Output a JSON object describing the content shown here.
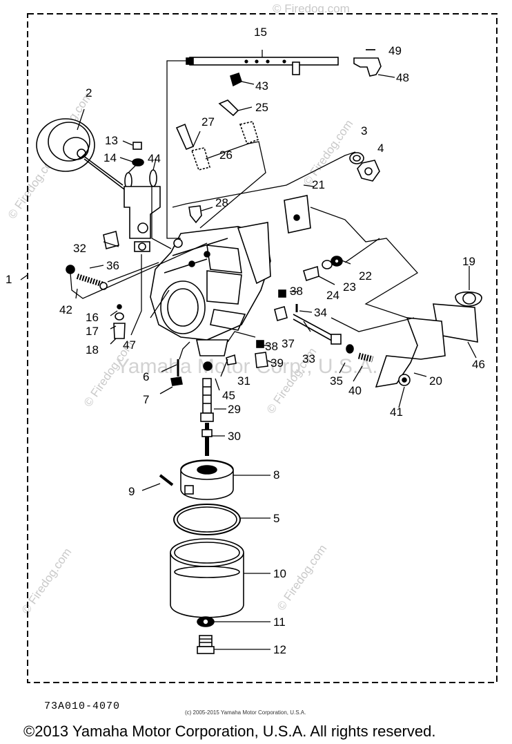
{
  "diagram": {
    "part_code": "73A010-4070",
    "small_copyright": "(c) 2005-2015 Yamaha Motor Corporation, U.S.A.",
    "footer_copyright": "©2013 Yamaha Motor Corporation, U.S.A. All rights reserved.",
    "watermark_site": "© Firedog.com",
    "watermark_owner": "Yamaha Motor Corp., U.S.A.",
    "callouts": {
      "c1": "1",
      "c2": "2",
      "c3": "3",
      "c4": "4",
      "c5": "5",
      "c6": "6",
      "c7": "7",
      "c8": "8",
      "c9": "9",
      "c10": "10",
      "c11": "11",
      "c12": "12",
      "c13": "13",
      "c14": "14",
      "c15": "15",
      "c16": "16",
      "c17": "17",
      "c18": "18",
      "c19": "19",
      "c20": "20",
      "c21": "21",
      "c22": "22",
      "c23": "23",
      "c24": "24",
      "c25": "25",
      "c26": "26",
      "c27": "27",
      "c28": "28",
      "c29": "29",
      "c30": "30",
      "c31": "31",
      "c32": "32",
      "c33": "33",
      "c34": "34",
      "c35": "35",
      "c36": "36",
      "c37": "37",
      "c38a": "38",
      "c38b": "38",
      "c39": "39",
      "c40": "40",
      "c41": "41",
      "c42": "42",
      "c43": "43",
      "c44": "44",
      "c45": "45",
      "c46": "46",
      "c47": "47",
      "c48": "48",
      "c49": "49"
    }
  }
}
